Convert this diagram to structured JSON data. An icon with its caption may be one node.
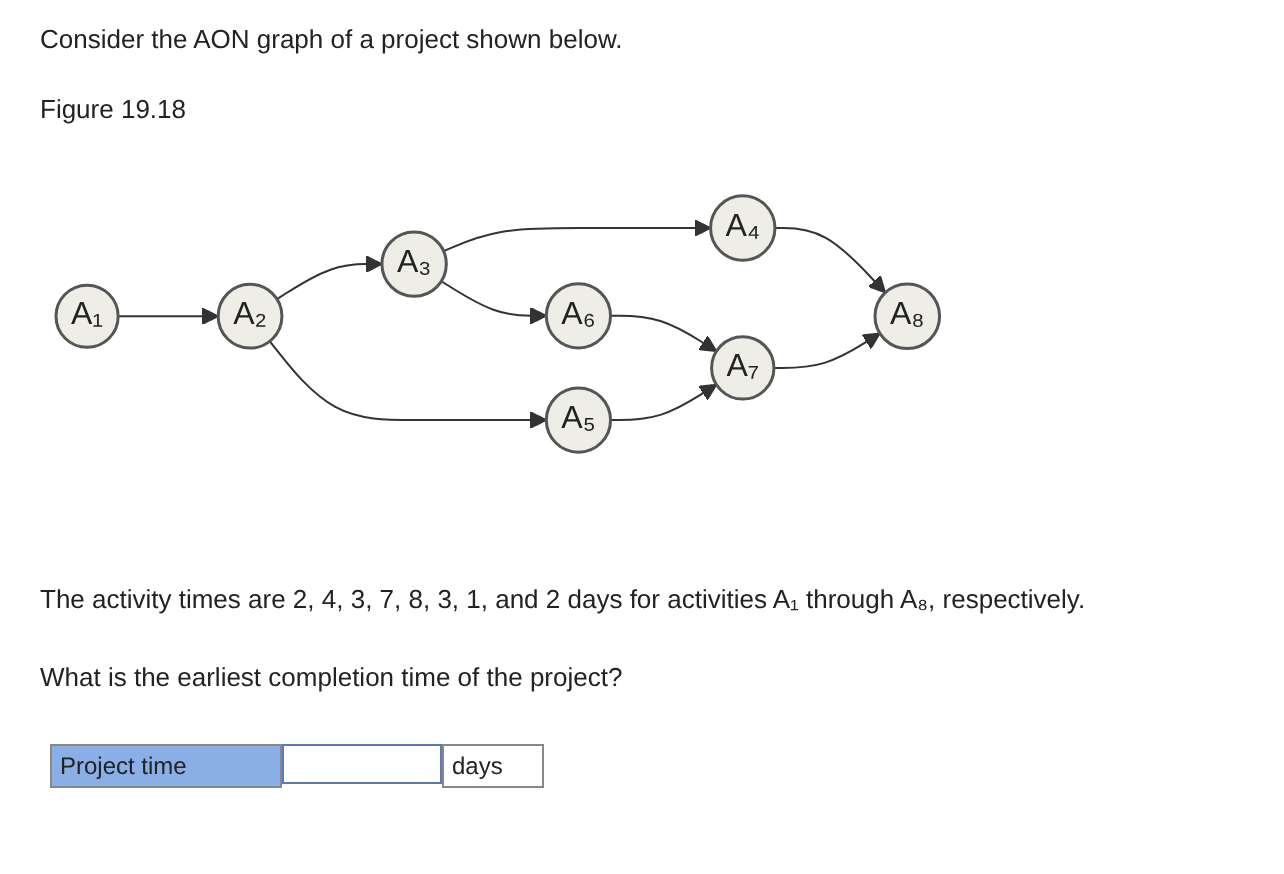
{
  "diagram": {
    "title": "Consider the AON graph of a project shown below.",
    "caption": "Figure 19.18",
    "nodes": [
      {
        "text": [
          "A₁"
        ]
      },
      {
        "text": [
          "A₂"
        ]
      },
      {
        "text": [
          "A₃"
        ]
      },
      {
        "text": [
          "A₄"
        ]
      },
      {
        "text": [
          "A₅"
        ]
      },
      {
        "text": [
          "A₆"
        ]
      },
      {
        "text": [
          "A₇"
        ]
      },
      {
        "text": [
          "A₈"
        ]
      }
    ],
    "edges": [
      {
        "from": 0,
        "to": 1,
        "arrow": "to"
      },
      {
        "from": 1,
        "to": 2,
        "arrow": "to"
      },
      {
        "from": 1,
        "to": 4,
        "arrow": "to"
      },
      {
        "from": 2,
        "to": 3,
        "arrow": "to"
      },
      {
        "from": 2,
        "to": 5,
        "arrow": "to"
      },
      {
        "from": 3,
        "to": 7,
        "arrow": "to"
      },
      {
        "from": 5,
        "to": 6,
        "arrow": "to"
      },
      {
        "from": 4,
        "to": 6,
        "arrow": "to"
      },
      {
        "from": 6,
        "to": 7,
        "arrow": "to"
      }
    ],
    "labels": [
      "The activity times are 2, 4, 3, 7, 8, 3, 1, and 2 days for activities A₁ through A₈, respectively.",
      "What is the earliest completion time of the project?",
      "Project time",
      "days"
    ]
  }
}
